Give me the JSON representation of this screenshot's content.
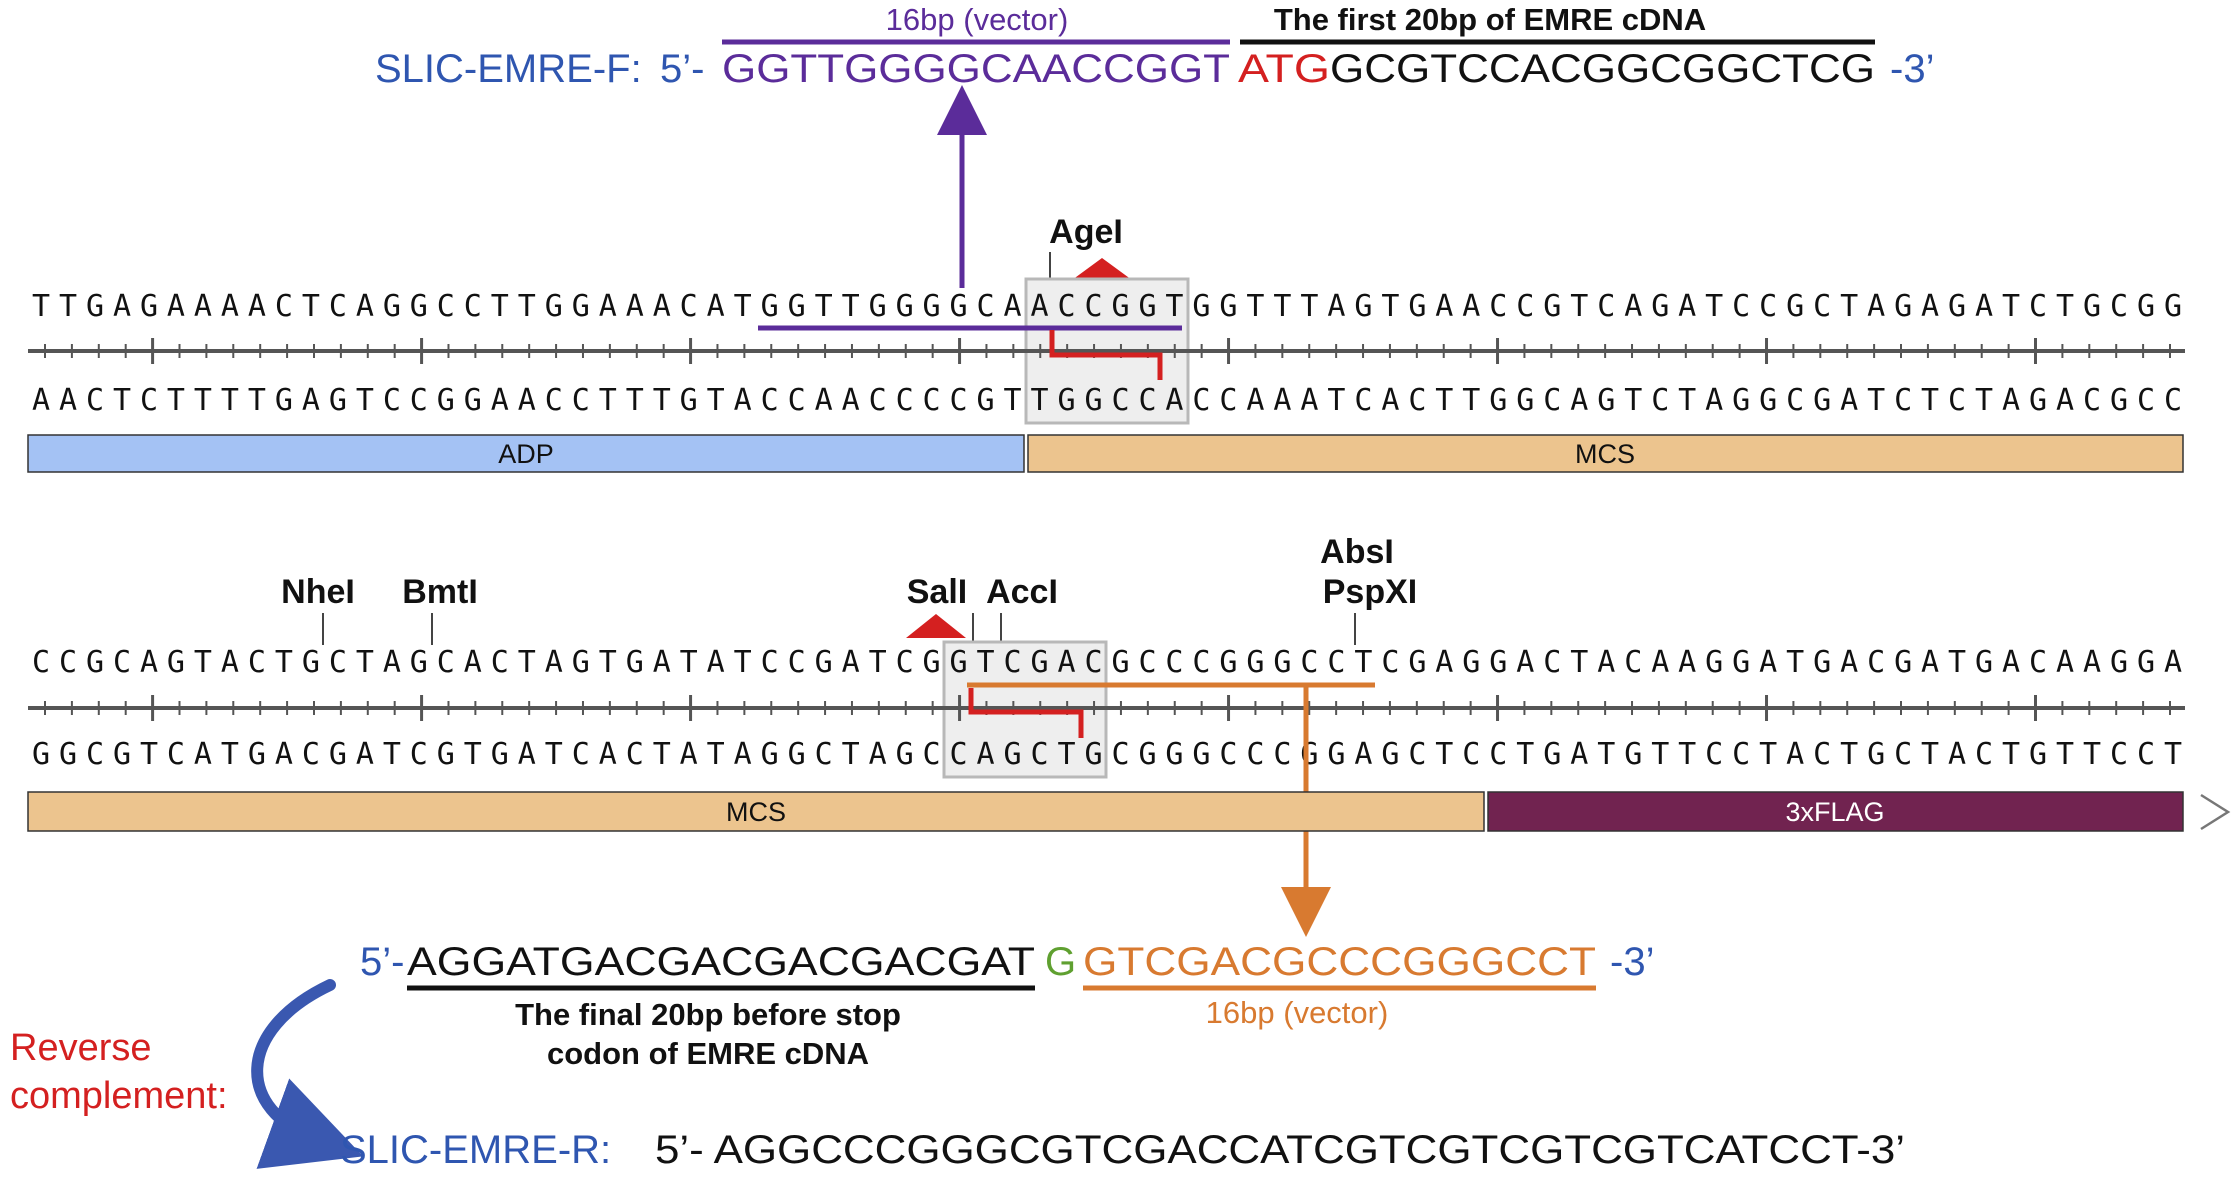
{
  "colors": {
    "blue_label": "#2f56b0",
    "purple": "#5b2c9a",
    "red": "#d42020",
    "orange": "#d87a30",
    "green": "#5fa030",
    "black": "#111111",
    "ruler": "#555555",
    "adp": "#a4c2f4",
    "mcs": "#ecc48e",
    "flag": "#712350",
    "box": "#b8b8b8"
  },
  "forward_primer": {
    "name": "SLIC-EMRE-F:",
    "five_prime": "5’-",
    "vector_part": "GGTTGGGGCAACCGGT",
    "start_codon": "ATG",
    "cdna_part": "GCGTCCACGGCGGCTCG",
    "three_prime": "-3’",
    "vector_annotation": "16bp (vector)",
    "cdna_annotation": "The first 20bp of EMRE cDNA"
  },
  "map1": {
    "top_strand": "TTGAGAAAACTCAGGCCTTGGAAACATGGTTGGGGCAACCGGTGGTTTAGTGAACCGTCAGATCCGCTAGAGATCTGCGG",
    "bottom_strand": "AACTCTTTTGAGTCCGGAACCTTTGTACCAACCCCGTTGGCCACCAAATCACTTGGCAGTCTAGGCGATCTCTAGACGCC",
    "enzymes": [
      "AgeI"
    ],
    "features": [
      {
        "label": "ADP",
        "color": "#a4c2f4"
      },
      {
        "label": "MCS",
        "color": "#ecc48e"
      }
    ]
  },
  "map2": {
    "top_strand": "CCGCAGTACTGCTAGCACTAGTGATATCCGATCGGTCGACGCCCGGGCCTCGAGGACTACAAGGATGACGATGACAAGGA",
    "bottom_strand": "GGCGTCATGACGATCGTGATCACTATAGGCTAGCCAGCTGCGGGCCCGGAGCTCCTGATGTTCCTACTGCTACTGTTCCT",
    "enzymes": [
      "NheI",
      "BmtI",
      "SalI",
      "AccI",
      "AbsI",
      "PspXI"
    ],
    "features": [
      {
        "label": "MCS",
        "color": "#ecc48e"
      },
      {
        "label": "3xFLAG",
        "color": "#712350"
      }
    ]
  },
  "reverse_design": {
    "five_prime": "5’-",
    "cdna_part": "AGGATGACGACGACGACGAT",
    "g_base": "G",
    "vector_part": "GTCGACGCCCGGGCCT",
    "three_prime": "-3’",
    "cdna_annotation_line1": "The final 20bp before stop",
    "cdna_annotation_line2": "codon of EMRE cDNA",
    "vector_annotation": "16bp (vector)",
    "rc_label_line1": "Reverse",
    "rc_label_line2": "complement:"
  },
  "reverse_primer": {
    "name": "SLIC-EMRE-R:",
    "sequence": "5’- AGGCCCGGGCGTCGACCATCGTCGTCGTCGTCATCCT-3’"
  }
}
